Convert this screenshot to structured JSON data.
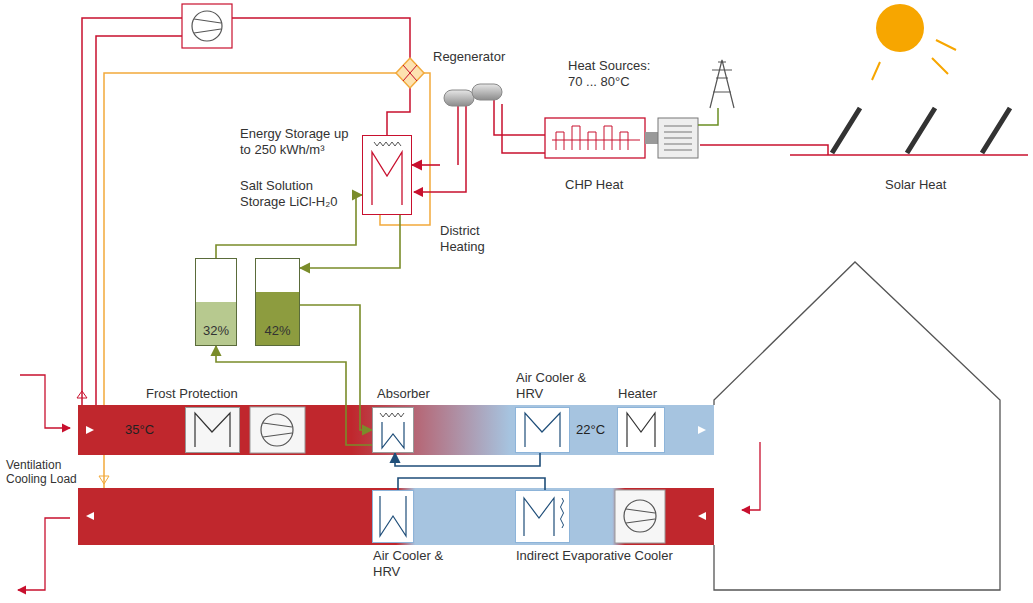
{
  "diagram": {
    "nodes": [
      {
        "text": [
          "Regenerator"
        ]
      },
      {
        "text": [
          "District Heating"
        ]
      },
      {
        "text": [
          "CHP Heat"
        ]
      },
      {
        "text": [
          "Solar Heat"
        ]
      },
      {
        "text": [
          "32%"
        ]
      },
      {
        "text": [
          "42%"
        ]
      },
      {
        "text": [
          "Frost Protection"
        ]
      },
      {
        "text": [
          "Absorber"
        ]
      },
      {
        "text": [
          "Air Cooler & HRV"
        ]
      },
      {
        "text": [
          "Heater"
        ]
      },
      {
        "text": [
          "Air Cooler & HRV"
        ]
      },
      {
        "text": [
          "Indirect Evaporative Cooler"
        ]
      }
    ],
    "edges": [
      {
        "from": 4,
        "to": 0,
        "arrow": "to"
      },
      {
        "from": 0,
        "to": 5,
        "arrow": "to"
      },
      {
        "from": 5,
        "to": 7,
        "arrow": "to"
      },
      {
        "from": 7,
        "to": 4,
        "arrow": "to"
      },
      {
        "from": 1,
        "to": 0,
        "arrow": "to"
      },
      {
        "from": 2,
        "to": 1,
        "arrow": "none"
      },
      {
        "from": 3,
        "to": 2,
        "arrow": "none"
      },
      {
        "from": 8,
        "to": 7,
        "arrow": "to"
      },
      {
        "from": 10,
        "to": 11,
        "arrow": "none"
      }
    ],
    "labels": [
      "Heat Sources: 70 ... 80°C",
      "Energy Storage up to 250 kWh/m³",
      "Salt Solution Storage LiCl-H₂0",
      "35°C",
      "22°C",
      "Ventilation Cooling Load"
    ]
  }
}
